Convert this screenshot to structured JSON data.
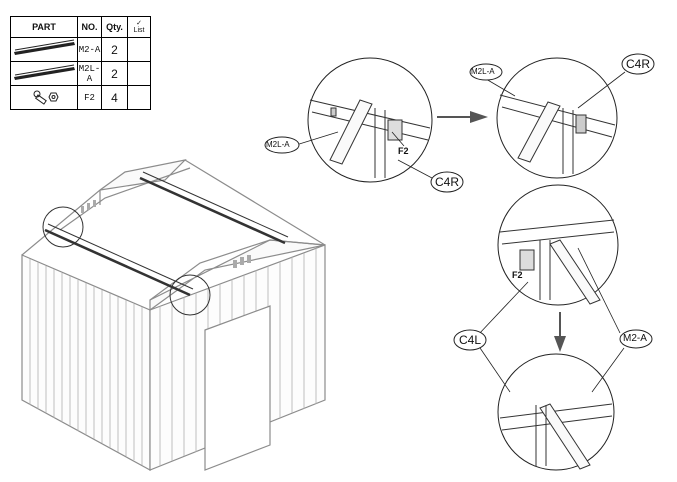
{
  "table": {
    "headers": {
      "part": "PART",
      "no": "NO.",
      "qty": "Qty.",
      "list_check": "✓",
      "list": "List"
    },
    "rows": [
      {
        "no": "M2-A",
        "qty": "2"
      },
      {
        "no": "M2L-A",
        "qty": "2"
      },
      {
        "no": "F2",
        "qty": "4"
      }
    ]
  },
  "labels": {
    "m2la_top": "M2L-A",
    "f2_top": "F2",
    "c4r_top": "C4R",
    "m2la_right": "M2L-A",
    "c4r_right": "C4R",
    "f2_mid": "F2",
    "c4l": "C4L",
    "m2a": "M2-A"
  },
  "colors": {
    "line": "#222222",
    "gray": "#8c8c8c",
    "light": "#c8c8c8"
  }
}
